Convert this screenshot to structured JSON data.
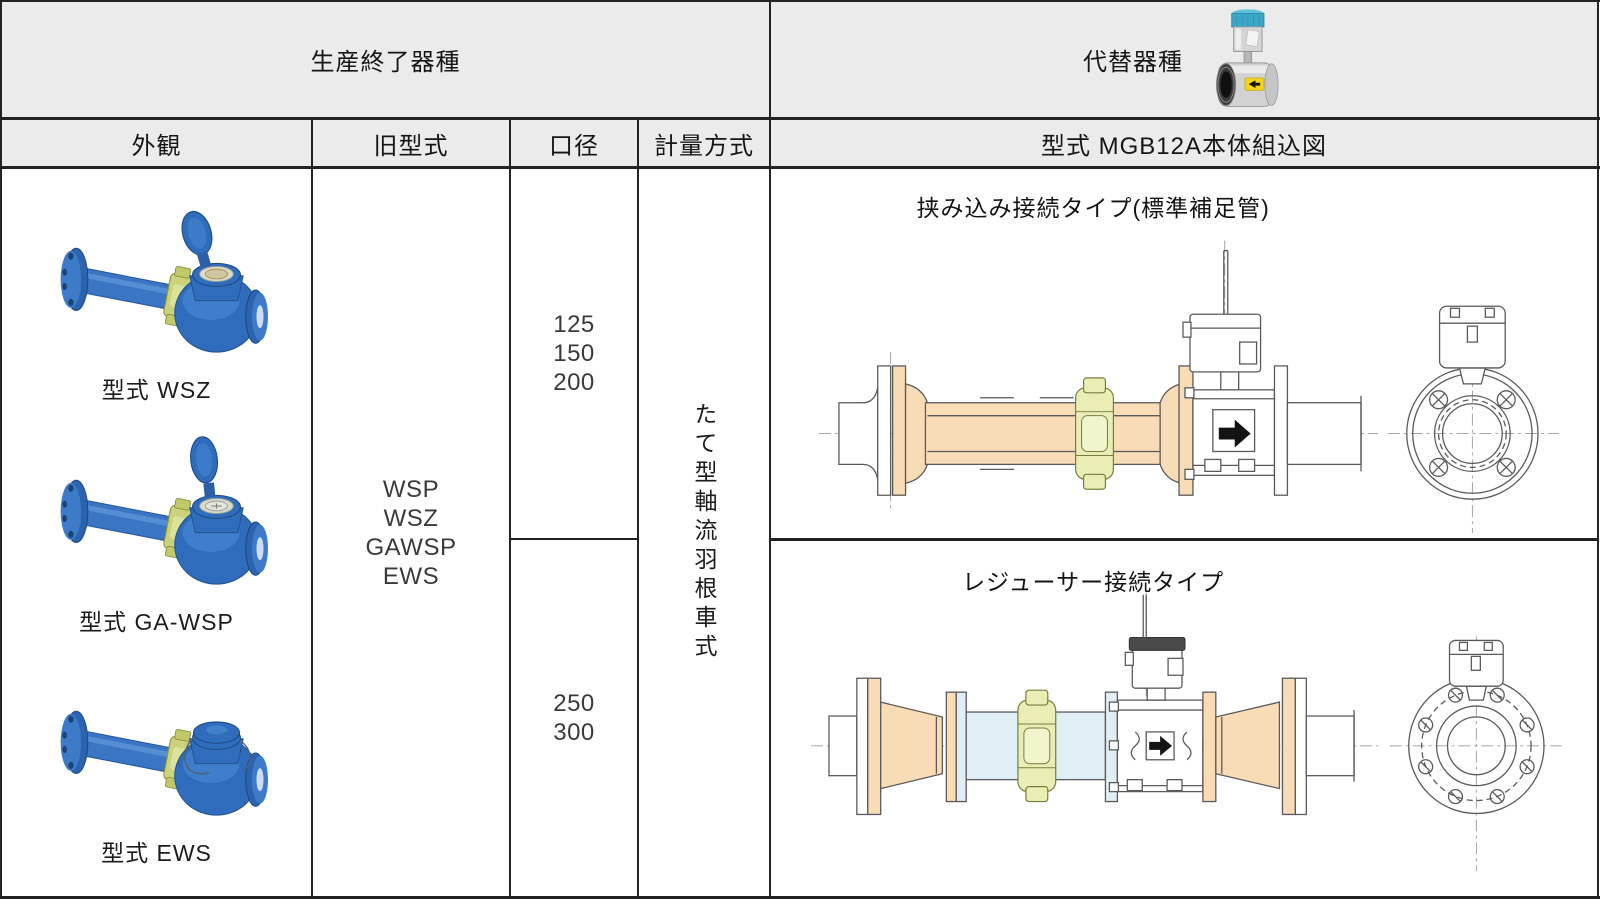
{
  "table": {
    "header_row": {
      "discontinued": "生産終了器種",
      "replacement": "代替器種"
    },
    "column_headers": {
      "appearance": "外観",
      "old_model": "旧型式",
      "diameter": "口径",
      "measuring_method": "計量方式",
      "diagram": "型式 MGB12A本体組込図"
    },
    "products": [
      {
        "label": "型式 WSZ"
      },
      {
        "label": "型式 GA-WSP"
      },
      {
        "label": "型式 EWS"
      }
    ],
    "old_models": [
      "WSP",
      "WSZ",
      "GAWSP",
      "EWS"
    ],
    "diameters_small": [
      "125",
      "150",
      "200"
    ],
    "diameters_large": [
      "250",
      "300"
    ],
    "measuring_method": "たて型軸流羽根車式",
    "diagram_titles": {
      "clamp": "挟み込み接続タイプ(標準補足管)",
      "reducer": "レジューサー接続タイプ"
    },
    "icons": {
      "replacement_product": "mgb12a-flowmeter-photo",
      "flow_arrow": "flow-direction-arrow"
    },
    "colors": {
      "header_bg": "#ebebeb",
      "border": "#222222",
      "pipe_tan": "#f8dcb6",
      "pipe_blue": "#e0eef6",
      "clamp_green": "#eaeeb4",
      "meter_blue": "#2f6cbb",
      "cap_teal": "#3aa6c8",
      "label_yellow": "#f0d31c"
    }
  }
}
